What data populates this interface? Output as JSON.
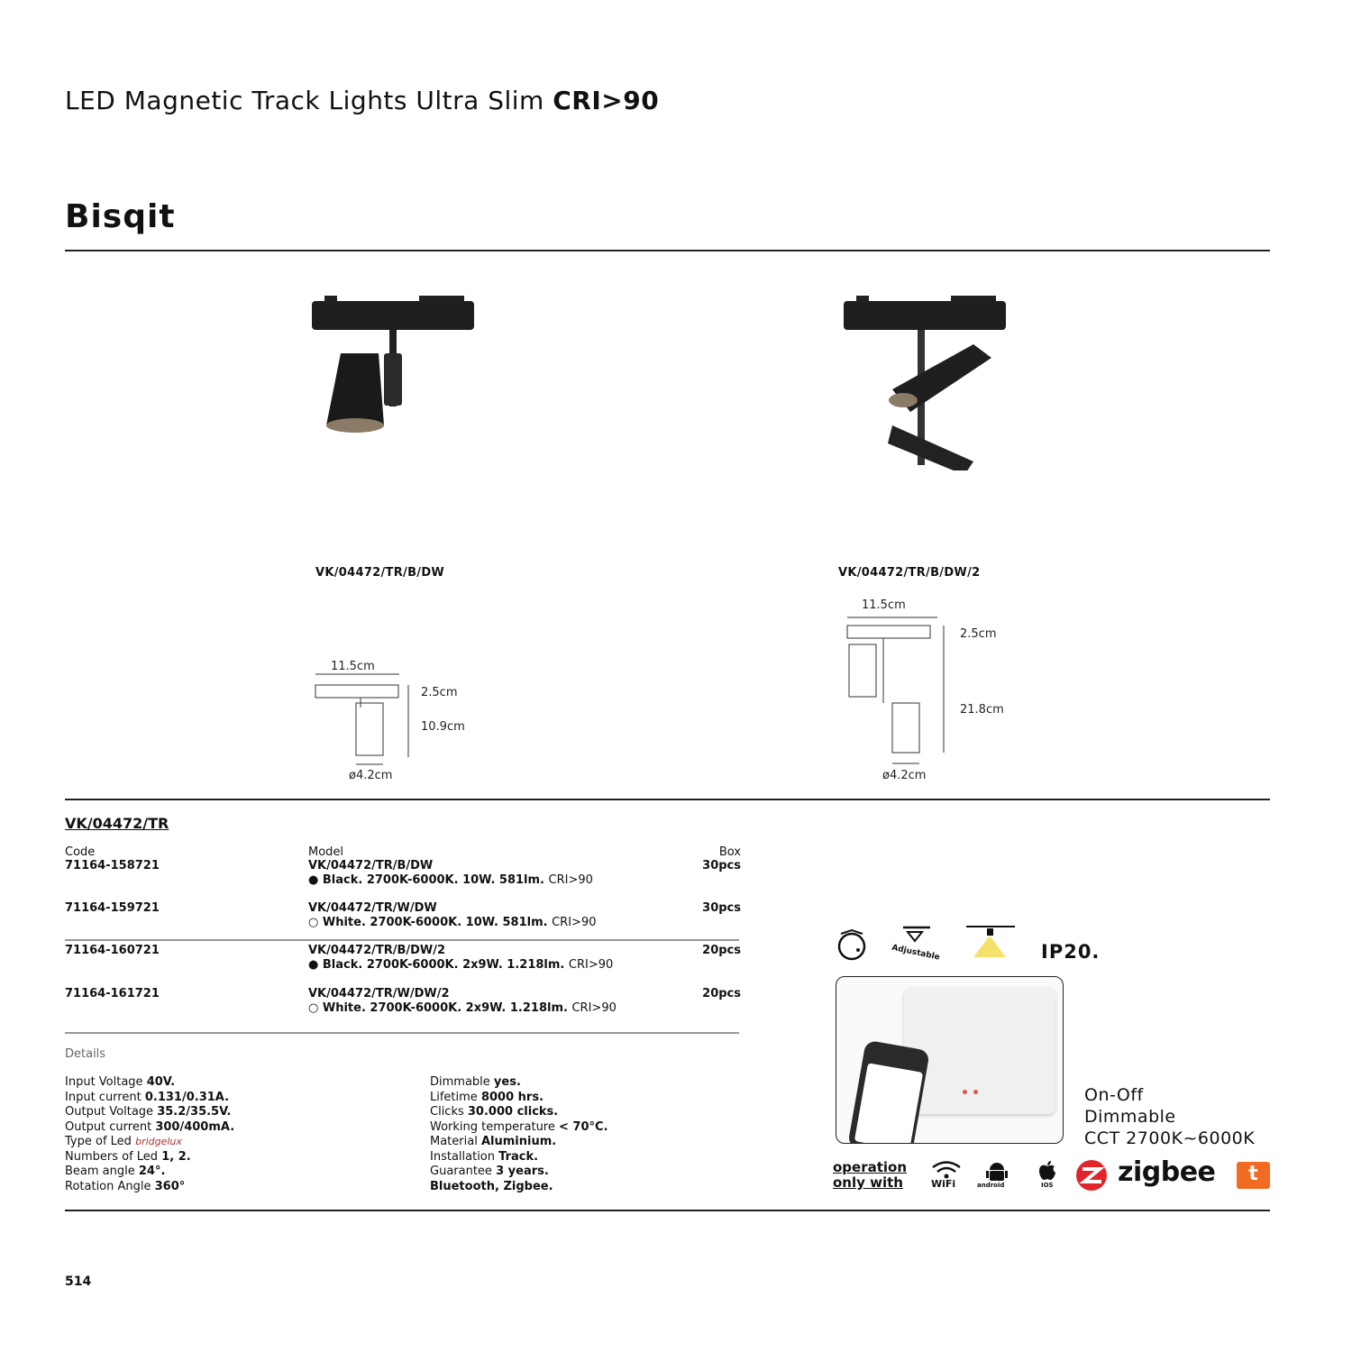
{
  "header": {
    "title": "LED Magnetic Track Lights Ultra Slim",
    "title_bold": "CRI>90"
  },
  "product_name": "Bisqit",
  "variants": [
    {
      "model": "VK/04472/TR/B/DW",
      "dims": {
        "width": "11.5cm",
        "height_top": "2.5cm",
        "height": "10.9cm",
        "diameter": "ø4.2cm"
      }
    },
    {
      "model": "VK/04472/TR/B/DW/2",
      "dims": {
        "width": "11.5cm",
        "height_top": "2.5cm",
        "height": "21.8cm",
        "diameter": "ø4.2cm"
      }
    }
  ],
  "family_code": "VK/04472/TR",
  "table": {
    "headers": {
      "code": "Code",
      "model": "Model",
      "box": "Box"
    },
    "rows": [
      {
        "code": "71164-158721",
        "model": "VK/04472/TR/B/DW",
        "color_dot": "●",
        "spec": "Black. 2700K-6000K. 10W. 581lm.",
        "cri": "CRI>90",
        "box": "30pcs"
      },
      {
        "code": "71164-159721",
        "model": "VK/04472/TR/W/DW",
        "color_dot": "○",
        "spec": "White. 2700K-6000K. 10W. 581lm.",
        "cri": "CRI>90",
        "box": "30pcs"
      },
      {
        "code": "71164-160721",
        "model": "VK/04472/TR/B/DW/2",
        "color_dot": "●",
        "spec": "Black. 2700K-6000K. 2x9W. 1.218lm.",
        "cri": "CRI>90",
        "box": "20pcs"
      },
      {
        "code": "71164-161721",
        "model": "VK/04472/TR/W/DW/2",
        "color_dot": "○",
        "spec": "White. 2700K-6000K. 2x9W. 1.218lm.",
        "cri": "CRI>90",
        "box": "20pcs"
      }
    ]
  },
  "details": {
    "title": "Details",
    "left": [
      {
        "label": "Input Voltage",
        "value": "40V."
      },
      {
        "label": "Input current",
        "value": "0.131/0.31A."
      },
      {
        "label": "Output Voltage",
        "value": "35.2/35.5V."
      },
      {
        "label": "Output current",
        "value": "300/400mA."
      },
      {
        "label": "Type of Led",
        "value": "bridgelux"
      },
      {
        "label": "Numbers of Led",
        "value": "1, 2."
      },
      {
        "label": "Beam angle",
        "value": "24°."
      },
      {
        "label": "Rotation Angle",
        "value": "360°"
      }
    ],
    "right": [
      {
        "label": "Dimmable",
        "value": "yes."
      },
      {
        "label": "Lifetime",
        "value": "8000 hrs."
      },
      {
        "label": "Clicks",
        "value": "30.000 clicks."
      },
      {
        "label": "Working temperature",
        "value": "< 70°C."
      },
      {
        "label": "Material",
        "value": "Aluminium."
      },
      {
        "label": "Installation",
        "value": "Track."
      },
      {
        "label": "Guarantee",
        "value": "3 years."
      },
      {
        "label": "",
        "value": "Bluetooth, Zigbee."
      }
    ]
  },
  "features": {
    "adjustable_label": "Adjustable",
    "ip_rating": "IP20.",
    "control": [
      "On-Off",
      "Dimmable",
      "CCT 2700K~6000K"
    ],
    "operation": [
      "operation",
      "only with"
    ],
    "wifi": "WiFi",
    "android": "android",
    "ios": "IOS",
    "zigbee": "zigbee",
    "tuya": "t"
  },
  "colors": {
    "zigbee_red": "#e0262b",
    "tuya_orange": "#f26b22",
    "beam_yellow": "#f5e26a"
  },
  "page_number": "514"
}
